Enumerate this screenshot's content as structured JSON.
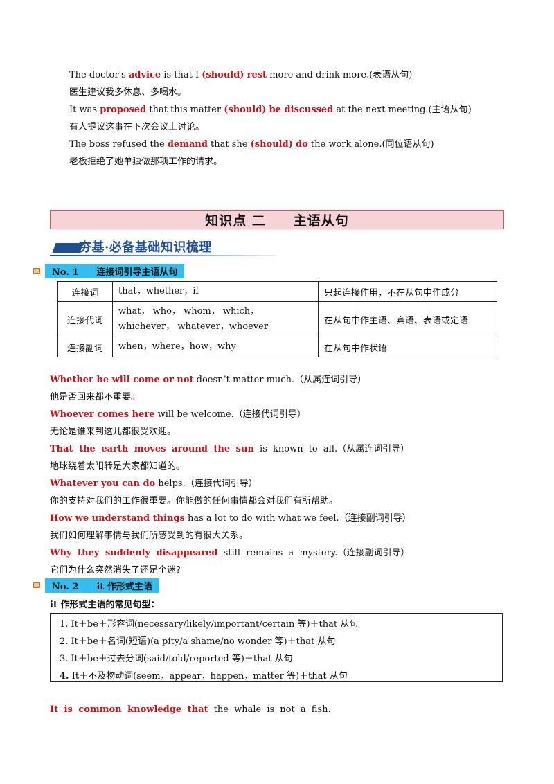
{
  "intro_examples": [
    {
      "en": [
        "The doctor's ",
        "advice",
        " is that I ",
        "(should)",
        " ",
        "rest",
        " more and drink more.(表语从句)"
      ],
      "zh": "医生建议我多休息、多喝水。"
    },
    {
      "en": [
        "It was ",
        "proposed",
        " that this matter ",
        "(should)",
        " ",
        "be discussed",
        " at the next meeting.(主语从句)"
      ],
      "zh": "有人提议这事在下次会议上讨论。"
    },
    {
      "en": [
        "The boss refused the ",
        "demand",
        " that she ",
        "(should)",
        " ",
        "do",
        " the work alone.(同位语从句)"
      ],
      "zh": "老板拒绝了她单独做那项工作的请求。"
    }
  ],
  "section_title": "知识点 二　　主语从句",
  "banner_title": "夯基·必备基础知识梳理",
  "no1": {
    "label": "No. 1　　连接词引导主语从句"
  },
  "table": [
    {
      "type": "连接词",
      "words": "that，whether，if",
      "function": "只起连接作用，不在从句中作成分"
    },
    {
      "type": "连接代词",
      "words": "what， who， whom， which， whichever， whatever，whoever",
      "function": "在从句中作主语、宾语、表语或定语"
    },
    {
      "type": "连接副词",
      "words": "when，where，how，why",
      "function": "在从句中作状语"
    }
  ],
  "examples": [
    {
      "red": "Whether he will come or not",
      "rest": " doesn’t matter much.（从属连词引导）",
      "zh": "他是否回来都不重要。"
    },
    {
      "red": "Whoever comes here",
      "rest": " will be welcome.（连接代词引导）",
      "zh": "无论是谁来到这儿都很受欢迎。"
    },
    {
      "red": "That the earth moves around the sun",
      "rest": " is known to all.（从属连词引导）",
      "zh": "地球绕着太阳转是大家都知道的。"
    },
    {
      "red": "Whatever you can do",
      "rest": " helps.（连接代词引导）",
      "zh": "你的支持对我们的工作很重要。你能做的任何事情都会对我们有所帮助。"
    },
    {
      "red": "How we understand things",
      "rest": " has a lot to do with what we feel.（连接副词引导）",
      "zh": "我们如何理解事情与我们所感受到的有很大关系。"
    },
    {
      "red": "Why they suddenly disappeared",
      "rest": " still remains a mystery.（连接副词引导）",
      "zh": "它们为什么突然消失了还是个迷？"
    }
  ],
  "no2": {
    "label": "No. 2　　it 作形式主语"
  },
  "patterns_heading": "it 作形式主语的常见句型：",
  "patterns": [
    {
      "num": "1.",
      "text": "It＋be＋形容词(necessary/likely/important/certain 等)＋that 从句"
    },
    {
      "num": "2.",
      "text": "It＋be＋名词(短语)(a pity/a shame/no wonder 等)＋that 从句"
    },
    {
      "num": "3.",
      "text": "It＋be＋过去分词(said/told/reported 等)＋that 从句"
    },
    {
      "num": "4.",
      "text": "It＋不及物动词(seem，appear，happen，matter 等)＋that 从句"
    }
  ],
  "last_example": {
    "red": "It is common knowledge that",
    "rest": " the whale is not a fish."
  }
}
